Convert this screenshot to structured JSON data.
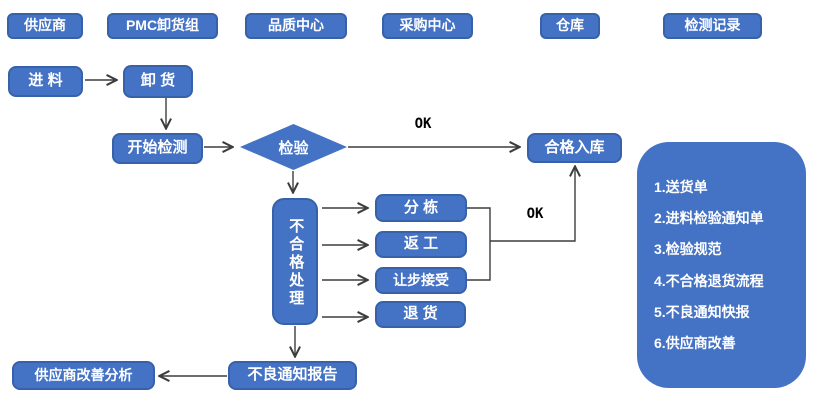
{
  "headers": [
    "供应商",
    "PMC卸货组",
    "品质中心",
    "采购中心",
    "仓库",
    "检测记录"
  ],
  "nodes": {
    "incoming": "进 料",
    "unload": "卸 货",
    "start_inspection": "开始检测",
    "inspect": "检验",
    "qualified_storage": "合格入库",
    "nonconforming_handling": "不合格处理",
    "sorting": "分 栋",
    "rework": "返 工",
    "concession": "让步接受",
    "return_goods": "退 货",
    "defect_report": "不良通知报告",
    "supplier_analysis": "供应商改善分析"
  },
  "labels": {
    "ok_top": "OK",
    "ok_mid": "OK"
  },
  "panel": {
    "items": [
      "1.送货单",
      "2.进料检验通知单",
      "3.检验规范",
      "4.不合格退货流程",
      "5.不良通知快报",
      "6.供应商改善"
    ]
  },
  "colors": {
    "shape_fill": "#4472C4",
    "shape_border": "#3761A8",
    "shape_text": "#ffffff",
    "arrow": "#3d3d3d",
    "ok_text": "#000000",
    "background": "#ffffff"
  }
}
